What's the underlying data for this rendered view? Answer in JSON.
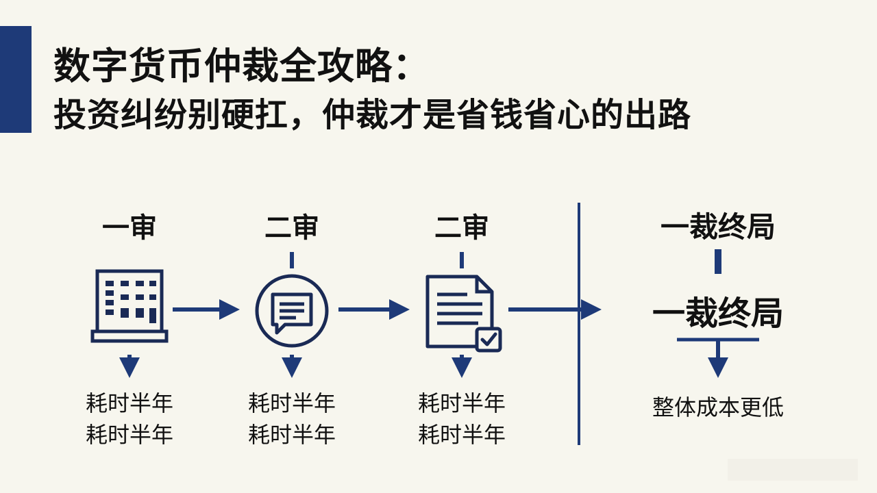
{
  "title": {
    "line1": "数字货币仲裁全攻略：",
    "line2": "投资纠纷别硬扛，仲裁才是省钱省心的出路"
  },
  "stages": [
    {
      "label": "一审",
      "icon": "court-building-icon",
      "notes": [
        "耗时半年",
        "耗时半年"
      ]
    },
    {
      "label": "二审",
      "icon": "chat-document-icon",
      "notes": [
        "耗时半年",
        "耗时半年"
      ]
    },
    {
      "label": "二审",
      "icon": "document-check-icon",
      "notes": [
        "耗时半年",
        "耗时半年"
      ]
    }
  ],
  "arbitration": {
    "label_top": "一裁终局",
    "label_main": "一裁终局",
    "result": "整体成本更低"
  },
  "colors": {
    "accent": "#1e3a78",
    "icon": "#1a2a55",
    "background": "#f7f6ee"
  }
}
